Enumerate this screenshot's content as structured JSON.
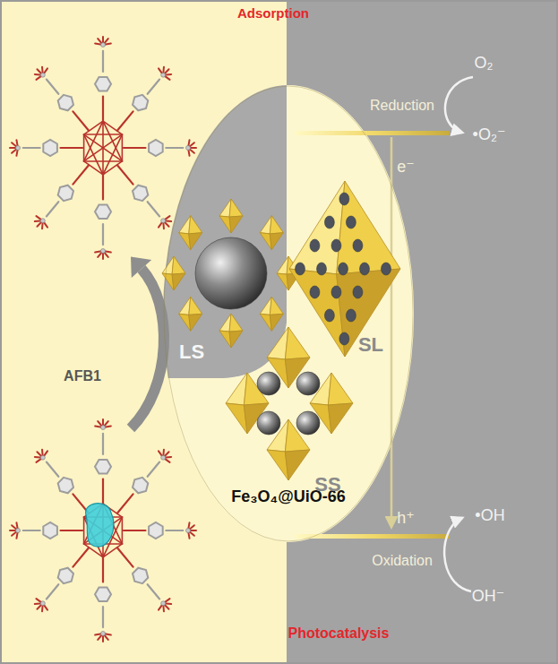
{
  "diagram": {
    "nodes": [
      {
        "text": [
          "Fe₃O₄@UiO-66"
        ]
      }
    ],
    "labels": [
      "Adsorption",
      "O₂",
      "Reduction",
      "•O₂⁻",
      "e⁻",
      "AFB1",
      "LS",
      "SL",
      "SS",
      "h⁺",
      "•OH",
      "Oxidation",
      "OH⁻",
      "Photocatalysis"
    ]
  }
}
